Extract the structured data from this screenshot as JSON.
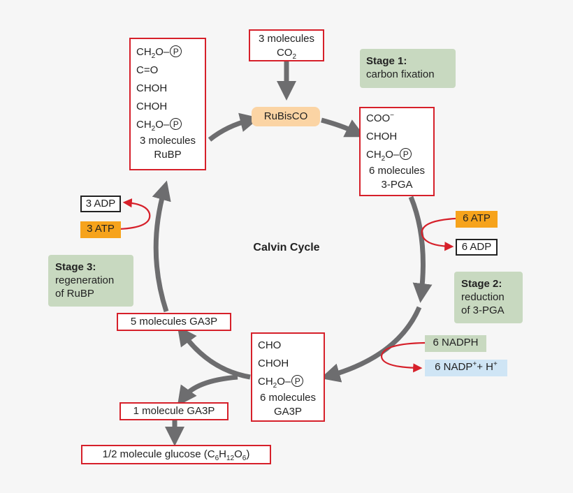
{
  "title": "Calvin Cycle",
  "enzyme": "RuBisCO",
  "co2": {
    "line1": "3 molecules",
    "line2": "CO",
    "sub": "2"
  },
  "stages": {
    "s1": {
      "label": "Stage 1:",
      "text": "carbon fixation"
    },
    "s2": {
      "label": "Stage 2:",
      "line2": "reduction",
      "line3": "of 3-PGA"
    },
    "s3": {
      "label": "Stage 3:",
      "line2": "regeneration",
      "line3": "of RuBP"
    }
  },
  "rubp": {
    "l1": "CH",
    "l1sub": "2",
    "l1b": "O–",
    "l2": "C=O",
    "l3": "CHOH",
    "l4": "CHOH",
    "l5": "CH",
    "l5sub": "2",
    "l5b": "O–",
    "p": "P",
    "cap1": "3 molecules",
    "cap2": "RuBP"
  },
  "pga": {
    "l1": "COO",
    "l1sup": "−",
    "l2": "CHOH",
    "l3": "CH",
    "l3sub": "2",
    "l3b": "O–",
    "p": "P",
    "cap1": "6 molecules",
    "cap2": "3-PGA"
  },
  "ga3p": {
    "l1": "CHO",
    "l2": "CHOH",
    "l3": "CH",
    "l3sub": "2",
    "l3b": "O–",
    "p": "P",
    "cap1": "6 molecules",
    "cap2": "GA3P"
  },
  "five_ga3p": "5 molecules GA3P",
  "one_ga3p": "1 molecule GA3P",
  "glucose": {
    "text": "1/2 molecule glucose (C",
    "s1": "6",
    "h": "H",
    "s2": "12",
    "o": "O",
    "s3": "6",
    "close": ")"
  },
  "atp6": "6 ATP",
  "adp6": "6 ADP",
  "atp3": "3 ATP",
  "adp3": "3 ADP",
  "nadph": "6 NADPH",
  "nadp": {
    "pre": "6 NADP",
    "sup1": "+",
    "mid": "+ H",
    "sup2": "+"
  },
  "colors": {
    "red": "#d6202a",
    "arrow": "#6d6d6f",
    "green": "#c8d9c0",
    "orange": "#f6a31c",
    "blue": "#cfe5f5",
    "peach": "#fbd4a4"
  }
}
